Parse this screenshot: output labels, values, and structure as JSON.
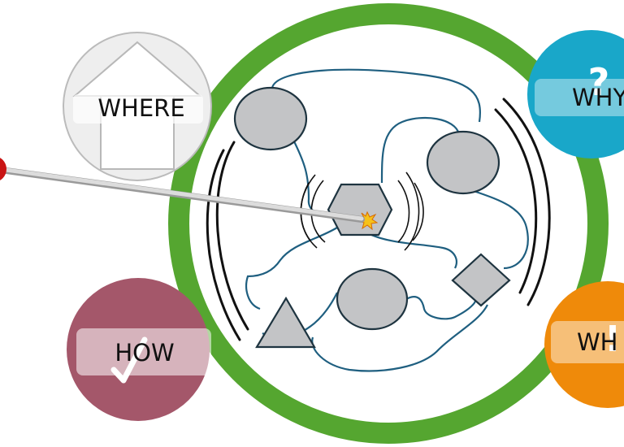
{
  "labels": {
    "where": "WHERE",
    "why": "WHY",
    "how": "HOW",
    "what": "WH"
  },
  "glyphs": {
    "why_mark": "?",
    "what_mark": "!"
  },
  "colors": {
    "ring": "#55a630",
    "where": "#eeeeee",
    "why": "#19a7c9",
    "how": "#a4576a",
    "what": "#ef8a0a",
    "shape_fill": "#c3c4c6",
    "shape_stroke": "#1e3440",
    "connector": "#1f5f80",
    "pointer": "#c8c8c8",
    "pointer_tip": "#c91414"
  },
  "icons": {
    "where": "house-icon",
    "how": "checkmark-icon",
    "why": "question-mark-icon",
    "what": "exclamation-mark-icon",
    "spark": "spark-icon"
  }
}
